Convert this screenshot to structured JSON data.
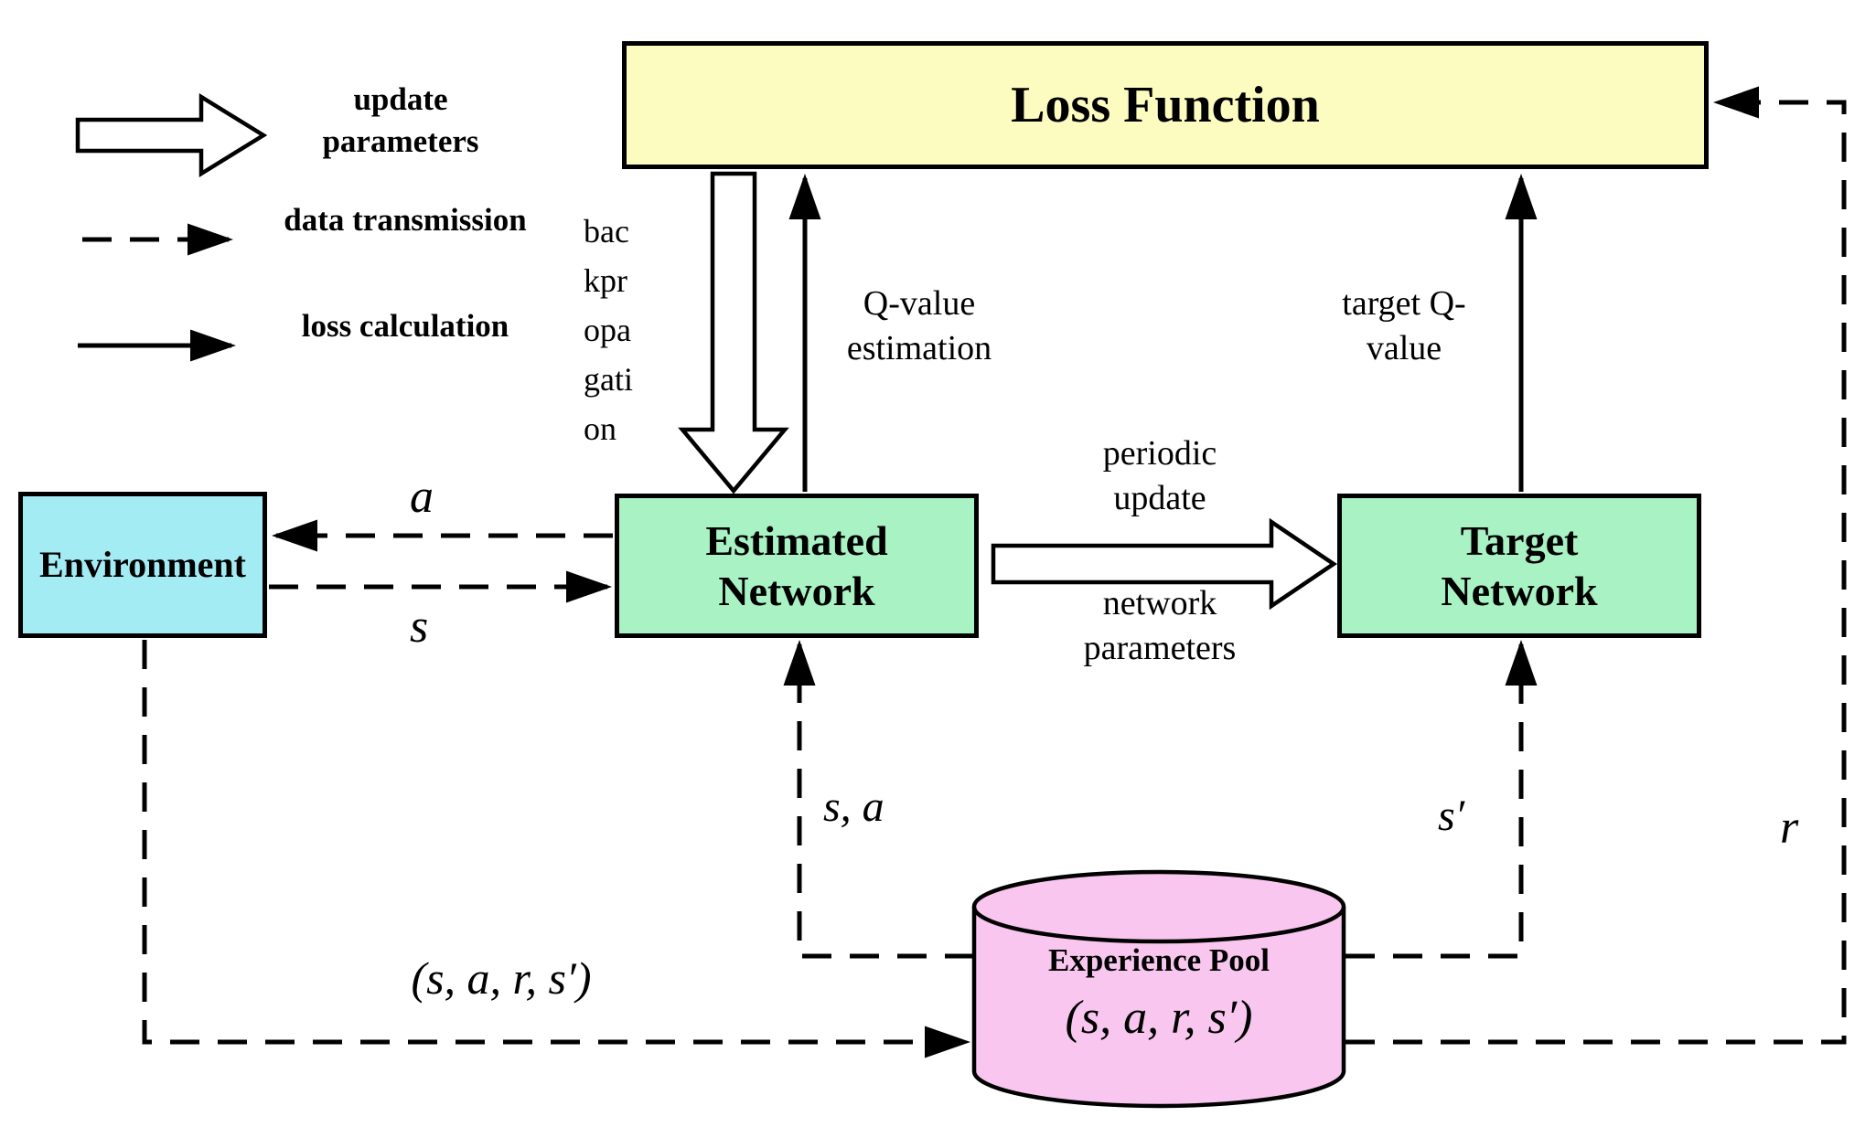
{
  "colors": {
    "loss_fill": "#fdfcc0",
    "env_fill": "#a4ecf4",
    "network_fill": "#a8f2c4",
    "pool_fill": "#f8c6ee",
    "stroke": "#000000",
    "bg": "#ffffff"
  },
  "legend": {
    "update_parameters": "update parameters",
    "data_transmission": "data transmission",
    "loss_calculation": "loss calculation"
  },
  "nodes": {
    "loss_function": "Loss Function",
    "environment": "Environment",
    "estimated_network": "Estimated Network",
    "target_network": "Target Network",
    "experience_pool_title": "Experience Pool",
    "experience_pool_tuple": "(s, a, r, s′)"
  },
  "edge_labels": {
    "backpropagation": "backpropagation",
    "q_value_estimation": "Q-value estimation",
    "target_q_value": "target Q-value",
    "periodic_update": "periodic update",
    "network_parameters": "network parameters",
    "action": "a",
    "state": "s",
    "state_action": "s, a",
    "next_state": "s′",
    "reward": "r",
    "transition_tuple": "(s, a, r, s′)"
  }
}
